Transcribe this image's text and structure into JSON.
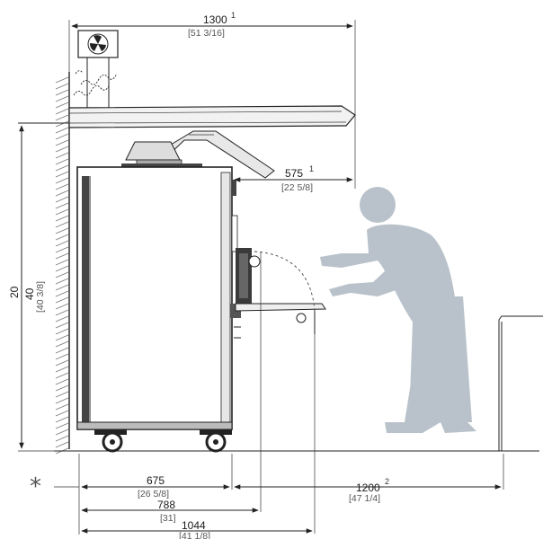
{
  "dimensions": {
    "top_width": {
      "value": "1300",
      "note": "1",
      "imperial": "[51 3/16]"
    },
    "hood_offset": {
      "value": "575",
      "note": "1",
      "imperial": "[22 5/8]"
    },
    "height": {
      "value": "20",
      "value2": "40",
      "imperial": "[40 3/8]"
    },
    "depth": {
      "value": "675",
      "imperial": "[26 5/8]"
    },
    "door_open": {
      "value": "788",
      "imperial": "[31]"
    },
    "total_depth": {
      "value": "1044",
      "imperial": "[41 1/8]"
    },
    "clearance": {
      "value": "1200",
      "note": "2",
      "imperial": "[47 1/4]"
    }
  },
  "wall_marker": "*",
  "icons": {
    "fan": "fan-icon",
    "heat": "heat-waves-icon",
    "person": "person-silhouette"
  },
  "colors": {
    "line": "#222222",
    "person": "#b9c2ca",
    "wall_hatch": "#777777"
  }
}
